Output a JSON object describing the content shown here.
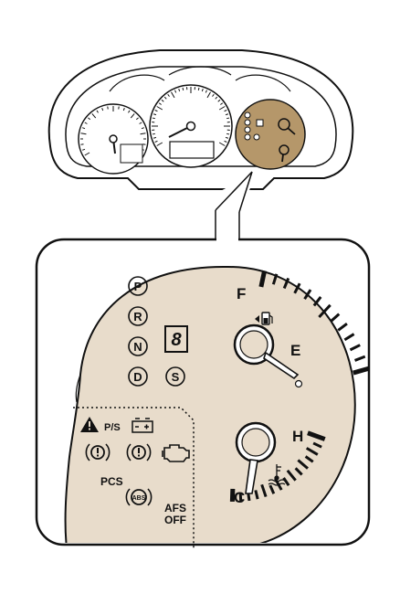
{
  "colors": {
    "cluster_highlight": "#b5976a",
    "gauge_face": "#e8dccb",
    "outline": "#111111",
    "background": "#ffffff"
  },
  "shift_indicators": [
    "P",
    "R",
    "N",
    "D",
    "S"
  ],
  "gear_display": "8",
  "fuel_gauge": {
    "full_label": "F",
    "empty_label": "E",
    "icon": "fuel-pump-icon"
  },
  "temp_gauge": {
    "hot_label": "H",
    "cold_label": "C",
    "icon": "coolant-temperature-icon"
  },
  "warning_lights": {
    "power_steering_label": "P/S",
    "pcs_label": "PCS",
    "abs_label": "ABS",
    "afs_off_line1": "AFS",
    "afs_off_line2": "OFF",
    "brake_symbol": "(!)",
    "icons": [
      "warning-triangle-icon",
      "battery-icon",
      "engine-check-icon",
      "brake-warning-icon",
      "abs-icon"
    ]
  }
}
